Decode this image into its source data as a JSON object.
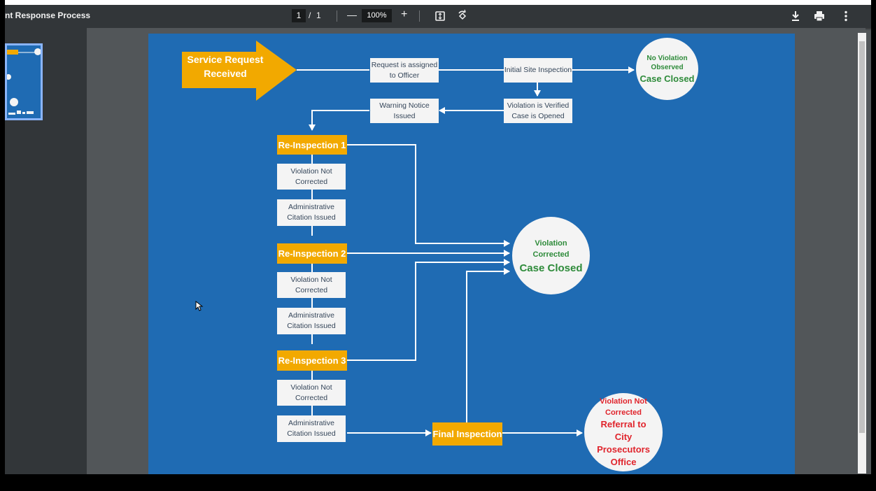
{
  "viewer": {
    "title": "nt Response Process",
    "page_current": "1",
    "page_sep": "/",
    "page_total": "1",
    "zoom": "100%",
    "zoom_out_label": "—",
    "zoom_in_label": "+"
  },
  "flow": {
    "service_request": "Service Request Received",
    "assigned": "Request is assigned to Officer",
    "initial": "Initial Site Inspection",
    "no_violation_top": "No Violation Observed",
    "no_violation_main": "Case Closed",
    "warning": "Warning Notice Issued",
    "verified": "Violation is Verified Case is Opened",
    "reinspection_1": "Re-Inspection 1",
    "reinspection_2": "Re-Inspection 2",
    "reinspection_3": "Re-Inspection 3",
    "not_corrected": "Violation Not Corrected",
    "citation": "Administrative Citation Issued",
    "final": "Final Inspection",
    "corrected_top": "Violation Corrected",
    "corrected_main": "Case Closed",
    "referral_top": "Violation Not Corrected",
    "referral_main": "Referral to City Prosecutors Office"
  },
  "colors": {
    "page_blue": "#1f6bb3",
    "gold": "#f2a900",
    "green": "#2e8b3a",
    "red": "#e0242c"
  },
  "icons": [
    "download-icon",
    "print-icon",
    "more-vert-icon",
    "fit-page-icon",
    "rotate-icon",
    "cursor-icon"
  ]
}
